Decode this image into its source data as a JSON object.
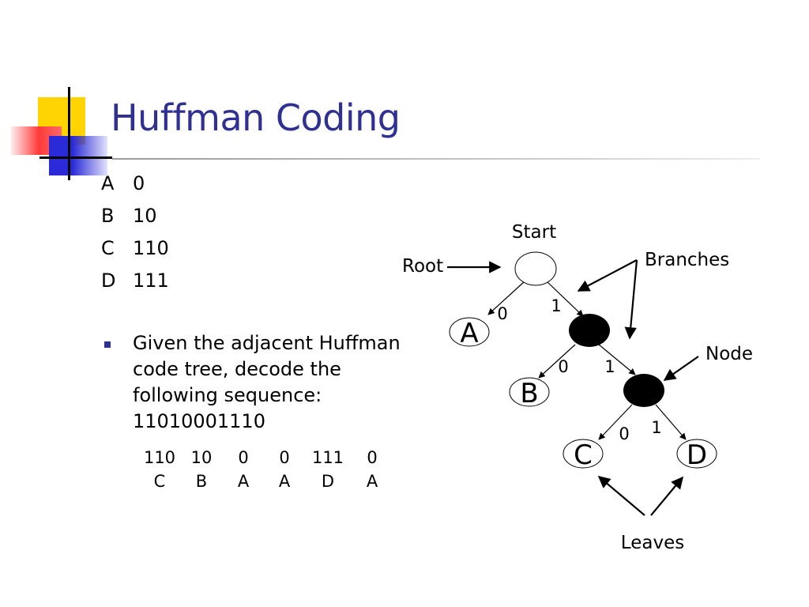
{
  "slide": {
    "title": "Huffman Coding",
    "codes": [
      {
        "symbol": "A",
        "code": "0"
      },
      {
        "symbol": "B",
        "code": "10"
      },
      {
        "symbol": "C",
        "code": "110"
      },
      {
        "symbol": "D",
        "code": "111"
      }
    ],
    "bullet": {
      "lines": [
        "Given the adjacent Huffman",
        "code tree, decode the",
        "following sequence:",
        "11010001110"
      ]
    },
    "decoding": {
      "bits": [
        "110",
        "10",
        "0",
        "0",
        "111",
        "0"
      ],
      "letters": [
        "C",
        "B",
        "A",
        "A",
        "D",
        "A"
      ]
    },
    "tree": {
      "start_label": "Start",
      "root_label": "Root",
      "branches_label": "Branches",
      "node_label": "Node",
      "leaves_label": "Leaves",
      "leaf_a": "A",
      "leaf_b": "B",
      "leaf_c": "C",
      "leaf_d": "D",
      "edge_root_left": "0",
      "edge_root_right": "1",
      "edge_n1_left": "0",
      "edge_n1_right": "1",
      "edge_n2_left": "0",
      "edge_n2_right": "1"
    }
  }
}
